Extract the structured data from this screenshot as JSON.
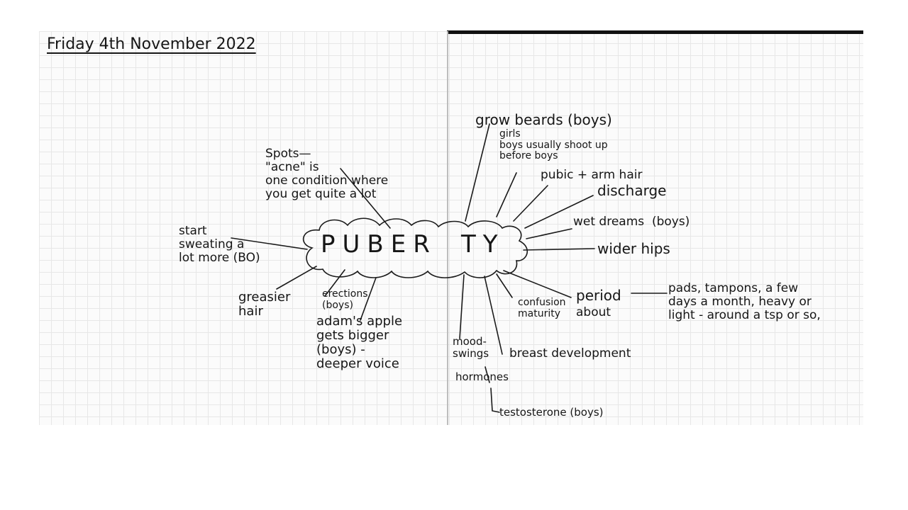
{
  "page": {
    "title": "Friday 4th November 2022",
    "center": {
      "part1": "PUBER",
      "part2": "TY"
    }
  },
  "branches": {
    "spots": "Spots—\n\"acne\" is\none condition where\nyou get quite a lot",
    "sweating": "start\nsweating a\nlot more (BO)",
    "greasier": "greasier\nhair",
    "erections": "erections\n(boys)",
    "adams_apple": "adam's apple\ngets bigger\n(boys) -\ndeeper voice",
    "mood": "mood-\nswings",
    "hormones": "hormones",
    "testosterone": "testosterone (boys)",
    "breast": "breast development",
    "confusion": "confusion\nmaturity",
    "period": "period",
    "about": "about",
    "period_detail": "pads, tampons, a few\ndays a month, heavy or\nlight - around a tsp or so,",
    "wider_hips": "wider hips",
    "wet_dreams": "wet dreams  (boys)",
    "discharge": "discharge",
    "pubic_hair": "pubic + arm hair",
    "girls_boys": "girls\nboys usually shoot up\nbefore boys",
    "beards": "grow beards (boys)"
  }
}
